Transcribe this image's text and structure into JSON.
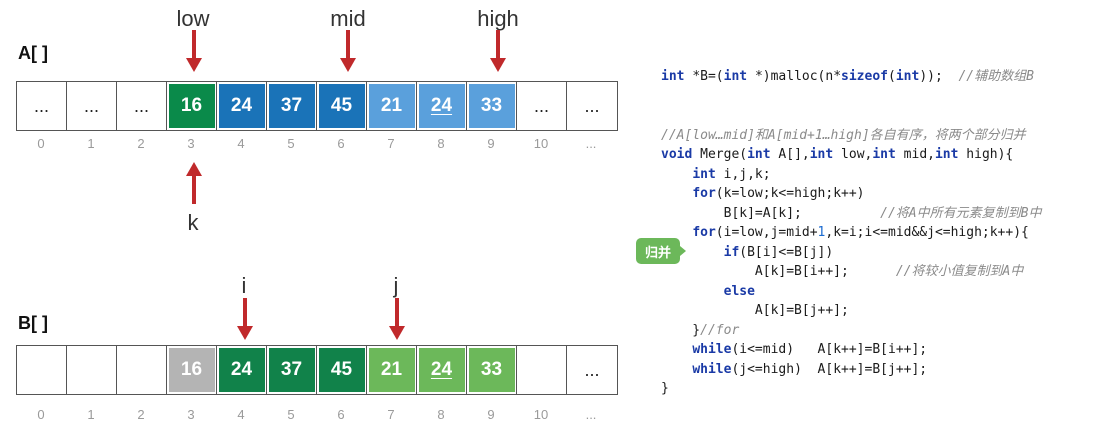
{
  "array_a": {
    "label": "A[ ]",
    "cells": [
      "...",
      "...",
      "...",
      "16",
      "24",
      "37",
      "45",
      "21",
      "24",
      "33",
      "...",
      "..."
    ],
    "colors": [
      "",
      "",
      "",
      "#0a8a4a",
      "#1a73b8",
      "#1a73b8",
      "#1a73b8",
      "#5aa0dc",
      "#5aa0dc",
      "#5aa0dc",
      "",
      ""
    ],
    "underline_index": 8
  },
  "array_b": {
    "label": "B[ ]",
    "cells": [
      "",
      "",
      "",
      "16",
      "24",
      "37",
      "45",
      "21",
      "24",
      "33",
      "",
      "..."
    ],
    "colors": [
      "",
      "",
      "",
      "#b4b4b4",
      "#11824a",
      "#11824a",
      "#11824a",
      "#6cb85a",
      "#6cb85a",
      "#6cb85a",
      "",
      ""
    ],
    "underline_index": 8
  },
  "indices": [
    "0",
    "1",
    "2",
    "3",
    "4",
    "5",
    "6",
    "7",
    "8",
    "9",
    "10",
    "..."
  ],
  "pointers": {
    "low": "low",
    "mid": "mid",
    "high": "high",
    "k": "k",
    "i": "i",
    "j": "j"
  },
  "arrow_color": "#c0292b",
  "tag_label": "归并",
  "code_lines": [
    [
      [
        "kw",
        "int "
      ],
      [
        "",
        "*B=("
      ],
      [
        "kw",
        "int "
      ],
      [
        "",
        "*)malloc(n*"
      ],
      [
        "kw",
        "sizeof"
      ],
      [
        "",
        "("
      ],
      [
        "kw",
        "int"
      ],
      [
        "",
        "));  "
      ],
      [
        "cm",
        "//辅助数组B"
      ]
    ],
    [],
    [],
    [
      [
        "cm",
        "//A[low…mid]和A[mid+1…high]各自有序，将两个部分归并"
      ]
    ],
    [
      [
        "kw",
        "void "
      ],
      [
        "",
        "Merge("
      ],
      [
        "kw",
        "int "
      ],
      [
        "",
        "A[],"
      ],
      [
        "kw",
        "int "
      ],
      [
        "",
        "low,"
      ],
      [
        "kw",
        "int "
      ],
      [
        "",
        "mid,"
      ],
      [
        "kw",
        "int "
      ],
      [
        "",
        "high){"
      ]
    ],
    [
      [
        "",
        "    "
      ],
      [
        "kw",
        "int "
      ],
      [
        "",
        "i,j,k;"
      ]
    ],
    [
      [
        "",
        "    "
      ],
      [
        "kw",
        "for"
      ],
      [
        "",
        "(k=low;k<=high;k++)"
      ]
    ],
    [
      [
        "",
        "        B[k]=A[k];          "
      ],
      [
        "cm",
        "//将A中所有元素复制到B中"
      ]
    ],
    [
      [
        "",
        "    "
      ],
      [
        "kw",
        "for"
      ],
      [
        "",
        "(i=low,j=mid+"
      ],
      [
        "num",
        "1"
      ],
      [
        "",
        ",k=i;i<=mid&&j<=high;k++){"
      ]
    ],
    [
      [
        "",
        "        "
      ],
      [
        "kw",
        "if"
      ],
      [
        "",
        "(B[i]<=B[j])"
      ]
    ],
    [
      [
        "",
        "            A[k]=B[i++];      "
      ],
      [
        "cm",
        "//将较小值复制到A中"
      ]
    ],
    [
      [
        "",
        "        "
      ],
      [
        "kw",
        "else"
      ]
    ],
    [
      [
        "",
        "            A[k]=B[j++];"
      ]
    ],
    [
      [
        "",
        "    }"
      ],
      [
        "cm",
        "//for"
      ]
    ],
    [
      [
        "",
        "    "
      ],
      [
        "kw",
        "while"
      ],
      [
        "",
        "(i<=mid)   A[k++]=B[i++];"
      ]
    ],
    [
      [
        "",
        "    "
      ],
      [
        "kw",
        "while"
      ],
      [
        "",
        "(j<=high)  A[k++]=B[j++];"
      ]
    ],
    [
      [
        "",
        "}"
      ]
    ]
  ]
}
